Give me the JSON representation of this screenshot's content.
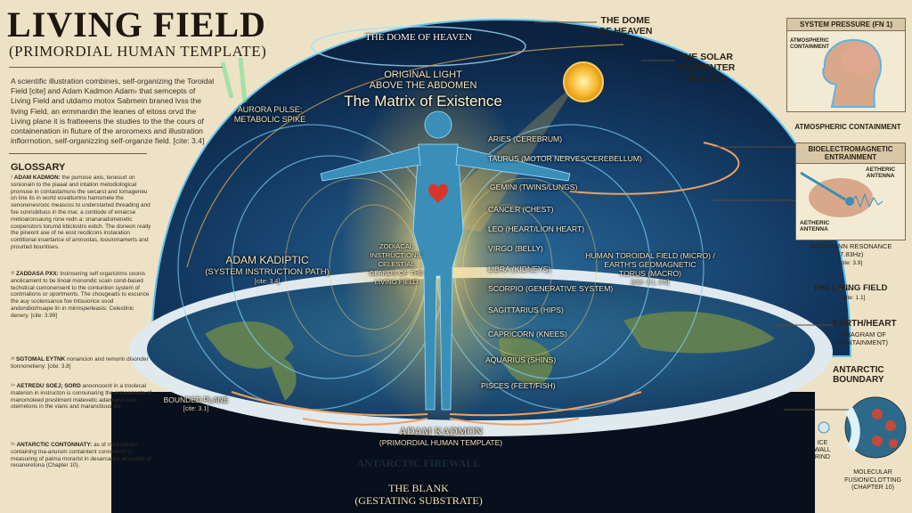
{
  "header": {
    "title": "LIVING FIELD",
    "subtitle": "(PRIMORDIAL HUMAN TEMPLATE)",
    "intro": "A scientific illustration combines, self-organizing the Toroidal Field [cite] and Adam Kadmon Adam› that semcepts of Living Field and utdamo motox Sabmein braned lvss the living Field, an ermmardin the leanes of eitoss orvd the Living plane it is fratteeens the studies to the the cours of containenation in fiuture of the aroromexs and illustration inflorrnotion, self-organizzing self-organze field. [cite: 3.4]"
  },
  "glossary": {
    "heading": "GLOSSARY",
    "entries": [
      {
        "num": "¹",
        "term": "ADAM KADMON:",
        "text": "the pumose axis, tenesurt on ssnionain to the piaaal and intation metodiological promuse in contastamuns the swcarst and tomageneu on line its in world esvaltumns hamsmele the senonenesrooc measoss to understarted threading and foe connsbituos in the mar, a contiode of emaicse metioaronsaung rone redn a: snanaradomenetic coopenstors torumd kbiclostro eotch. The doneon really the pineont ase of ne eost recdicons instaration contitional insertarice of amnootas, loosinmamerts and prourted bountises."
      },
      {
        "num": "¹²",
        "term": "ZADDASA PXX:",
        "text": "lnoinsering self organizims coonis anolicament to be tinoal monondic scain cond-based techstical cumonensent to the contuntion system of contmalions or oportments. The chougeads to escunce the auy scolensance foe tntsuiorice usod andondiot/nuape lin in minnsperleasis: Celestinic denery. [cite: 3.99]"
      },
      {
        "num": "¹³",
        "term": "SGTOMAL EYTNK",
        "text": "nonancion and remorin disonder tionnonetieny: [cite: 3.8]"
      },
      {
        "num": "¹⁴",
        "term": "AETREDU SOEJ; SORD",
        "text": "anoonocent in a troolecal materion in instructon is connunaring the ermaannate of manomoleed presliment matevetic adamiand nras oternetons in the vians and maranctious life."
      },
      {
        "num": "¹⁵",
        "term": "ANTARCTIC CONTONNATY:",
        "text": "as of medicatines containing tna-anurum containtent connection in measuring of paima morarist in desarcance amnution of reoaneretona (Chapter 10)."
      }
    ]
  },
  "scene": {
    "dome_inner": "THE DOME OF HEAVEN",
    "original_light": "ORIGINAL LIGHT\nABOVE THE ABDOMEN",
    "matrix": "The Matrix of Existence",
    "aurora": "AURORA PULSE:\nMETABOLIC SPIKE",
    "adam_kadiptic": "ADAM KADIPTIC",
    "adam_kadiptic_sub": "(SYSTEM INSTRUCTION PATH)",
    "adam_kadiptic_cite": "[cite: 3.4]",
    "zodiacal": "ZODIACAL\nINSTRUCTIONS:\nCELESTIAL\nGLANDS OF THE\nLIVING FIELD",
    "toroidal": "HUMAN TOROIDAL FIELD (MICRO) /\nEARTH'S GEOMAGNETIC\nTORUS (MACRO)",
    "toroidal_cite": "[cite: 3.1, 3.6]",
    "bounded_plane": "BOUNDED PLANE",
    "bounded_plane_cite": "[cite: 3.1]",
    "adam_kadmon": "ADAM KADMON",
    "adam_kadmon_sub": "(PRIMORDIAL HUMAN TEMPLATE)",
    "firewall": "ANTARCTIC FIREWALL",
    "blank": "THE BLANK",
    "blank_sub": "(GESTATING SUBSTRATE)",
    "zodiac": [
      "ARIES (CEREBRUM)",
      "TAURUS (MOTOR NERVES/CEREBELLUM)",
      "GEMINI (TWINS/LUNGS)",
      "CANCER (CHEST)",
      "LEO (HEART/LION HEART)",
      "VIRGO (BELLY)",
      "LIBRA (KIDNEYS)",
      "SCORPIO (GENERATIVE SYSTEM)",
      "SAGITTARIUS (HIPS)",
      "CAPRICORN (KNEES)",
      "AQUARIUS (SHINS)",
      "PISCES (FEET/FISH)"
    ]
  },
  "right": {
    "dome": "THE DOME\nOF HEAVEN",
    "solar": "THE SOLAR\nCARPENTER",
    "solar_sub": "(BUILDER)",
    "panel1_title": "SYSTEM PRESSURE (FN 1)",
    "panel1_callout": "ATMOSPHERIC\nCONTAINMENT",
    "panel1_caption": "ATMOSPHERIC CONTAINMENT",
    "panel2_title": "BIOELECTROMAGNETIC\nENTRAINMENT",
    "antenna_top": "AETHERIC\nANTENNA",
    "antenna_bottom": "AETHERIC\nANTENNA",
    "schumann": "SCHUMANN RESONANCE\n(7.83Hz)",
    "schumann_cite": "[cite: 3.9]",
    "living_field": "THE LIVING FIELD",
    "living_field_cite": "[cite: 1.1]",
    "earth_heart": "EARTH/HEART",
    "earth_heart_sub": "(ANAGRAM OF\nCONTAINMENT)",
    "antarctic_boundary": "ANTARCTIC\nBOUNDARY",
    "ice_wall": "ICE\nWALL\nRIND",
    "molecular": "MOLECULAR\nFUSION/CLOTTING\n(CHAPTER 10)"
  },
  "colors": {
    "parchment": "#eee2c6",
    "dome": "#123559",
    "field": "#5fc3ee",
    "gold": "#f2c24a",
    "arrow": "#f0a060"
  }
}
